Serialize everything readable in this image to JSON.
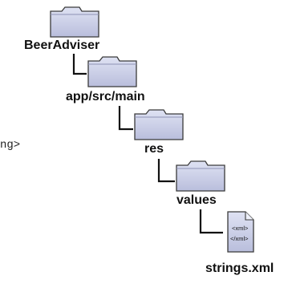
{
  "tree": {
    "root": {
      "label": "BeerAdviser",
      "icon": "folder-icon"
    },
    "level1": {
      "label": "app/src/main",
      "icon": "folder-icon"
    },
    "level2": {
      "label": "res",
      "icon": "folder-icon"
    },
    "level3": {
      "label": "values",
      "icon": "folder-icon"
    },
    "file": {
      "label": "strings.xml",
      "icon": "xml-file-icon",
      "tag_open": "<xml>",
      "tag_close": "</xml>"
    }
  },
  "code_fragment": "ng>",
  "colors": {
    "folder_fill": "#cfd3ea",
    "folder_stroke": "#3a3a3a",
    "connector": "#111111"
  }
}
